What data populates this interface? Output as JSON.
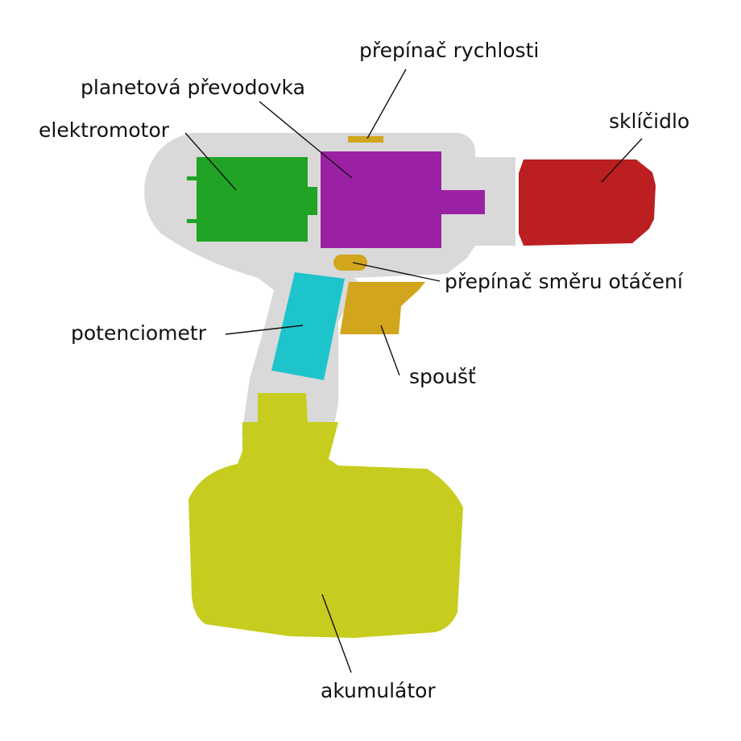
{
  "diagram": {
    "labels": {
      "speed_switch": "přepínač rychlosti",
      "gearbox": "planetová převodovka",
      "motor": "elektromotor",
      "chuck": "sklíčidlo",
      "direction_switch": "přepínač směru otáčení",
      "potentiometer": "potenciometr",
      "trigger": "spoušť",
      "battery": "akumulátor"
    },
    "colors": {
      "body": "#d9d9d9",
      "motor": "#21a325",
      "gearbox": "#9b21a4",
      "chuck": "#bb1f21",
      "switch": "#d1a51c",
      "potentiometer": "#1ec4cc",
      "battery": "#c6cd1e"
    }
  }
}
